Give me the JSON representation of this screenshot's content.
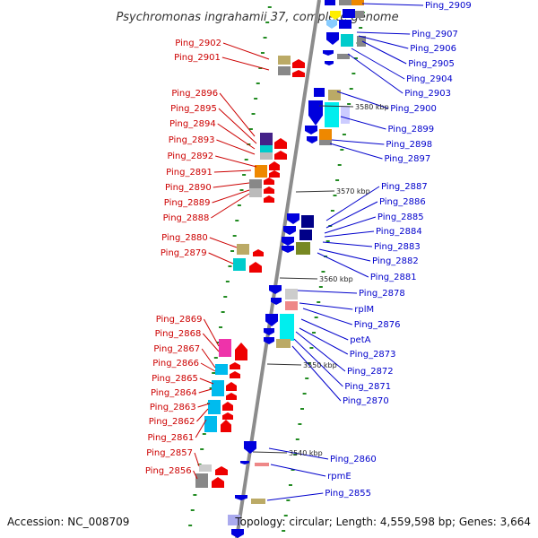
{
  "title": "Psychromonas ingrahamii 37, complete genome",
  "footer": {
    "accession": "Accession: NC_008709",
    "summary": "Topology: circular; Length: 4,559,598 bp; Genes: 3,664"
  },
  "colors": {
    "backbone": "#8c8c8c",
    "left_label": "#cc0000",
    "right_label": "#0000cc",
    "tick": "#228b22"
  },
  "kbp_marks": [
    "3580 kbp",
    "3570 kbp",
    "3560 kbp",
    "3550 kbp",
    "3540 kbp"
  ],
  "left_labels": [
    "Ping_2902",
    "Ping_2901",
    "Ping_2896",
    "Ping_2895",
    "Ping_2894",
    "Ping_2893",
    "Ping_2892",
    "Ping_2891",
    "Ping_2890",
    "Ping_2889",
    "Ping_2888",
    "Ping_2880",
    "Ping_2879",
    "Ping_2869",
    "Ping_2868",
    "Ping_2867",
    "Ping_2866",
    "Ping_2865",
    "Ping_2864",
    "Ping_2863",
    "Ping_2862",
    "Ping_2861",
    "Ping_2857",
    "Ping_2856"
  ],
  "right_labels": [
    "Ping_2909",
    "Ping_2907",
    "Ping_2906",
    "Ping_2905",
    "Ping_2904",
    "Ping_2903",
    "Ping_2900",
    "Ping_2899",
    "Ping_2898",
    "Ping_2897",
    "Ping_2887",
    "Ping_2886",
    "Ping_2885",
    "Ping_2884",
    "Ping_2883",
    "Ping_2882",
    "Ping_2881",
    "Ping_2878",
    "rplM",
    "Ping_2876",
    "petA",
    "Ping_2873",
    "Ping_2872",
    "Ping_2871",
    "Ping_2870",
    "Ping_2860",
    "rpmE",
    "Ping_2855"
  ]
}
